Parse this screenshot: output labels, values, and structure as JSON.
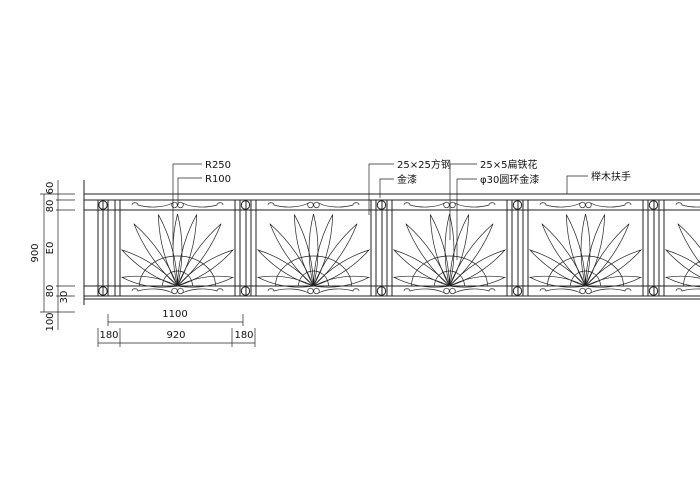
{
  "colors": {
    "line": "#222222",
    "background": "#ffffff"
  },
  "annotations": {
    "r250": "R250",
    "r100": "R100",
    "square_steel": "25×25方钢",
    "gold_paint": "金漆",
    "flat_iron": "25×5扁铁花",
    "ring": "φ30圆环金漆",
    "handrail": "榉木扶手"
  },
  "dimensions_vertical": {
    "total": "900",
    "top_band": "60",
    "top_rail": "80",
    "middle": "E0",
    "bottom_rail": "80",
    "base": "30",
    "bottom": "100"
  },
  "dimensions_horizontal": {
    "module": "1100",
    "post_left": "180",
    "panel": "920",
    "post_right": "180"
  }
}
